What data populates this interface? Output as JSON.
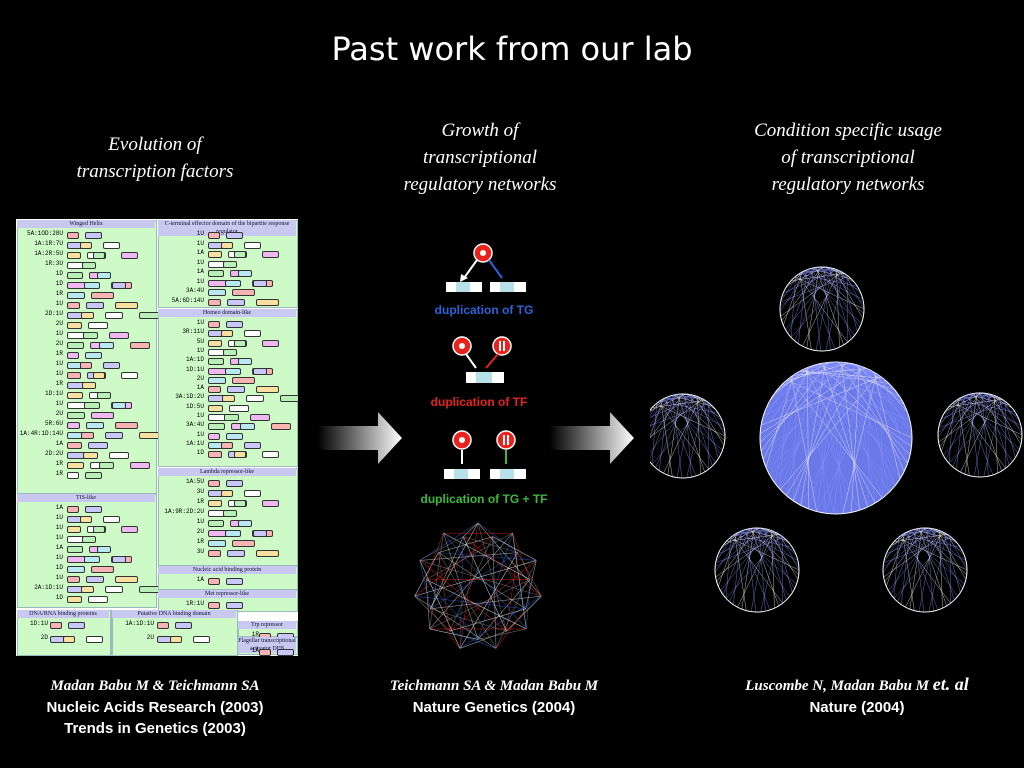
{
  "title": "Past work from our lab",
  "columns": [
    {
      "heading": [
        "Evolution of",
        "transcription factors"
      ],
      "citation": {
        "authors": "Madan Babu M & Teichmann SA",
        "journals": [
          "Nucleic Acids Research (2003)",
          "Trends in Genetics (2003)"
        ]
      }
    },
    {
      "heading": [
        "Growth of",
        "transcriptional",
        "regulatory networks"
      ],
      "citation": {
        "authors": "Teichmann SA & Madan Babu M",
        "journals": [
          "Nature Genetics (2004)"
        ]
      }
    },
    {
      "heading": [
        "Condition specific usage",
        "of transcriptional",
        "regulatory networks"
      ],
      "citation": {
        "authors": "Luscombe N, Madan Babu M",
        "etal": "et. al",
        "journals": [
          "Nature (2004)"
        ]
      }
    }
  ],
  "figure1": {
    "sections": [
      "Winged Helix",
      "C-terminal effector domain of the bipartite response regulator",
      "Homeo domain-like",
      "Lambda repressor-like",
      "TIS-like",
      "Nucleic acid binding protein",
      "Met repressor-like",
      "DNA/RNA binding proteins",
      "Putative DNA binding domain",
      "Trp repressor",
      "Flagellar transcriptional activator DFB"
    ],
    "winged_helix_rows": [
      "5A:1OD:28U",
      "1A:1R:7U",
      "1A:2R:5U",
      "1R:3U",
      "1D",
      "1D",
      "1R",
      "1U",
      "2D:1U",
      "2U",
      "1U",
      "2U",
      "1R",
      "1U",
      "1U",
      "1R",
      "1D:1U",
      "1U",
      "2U",
      "5R:6U",
      "1A:4R:1D:14U",
      "1A",
      "2D:2U",
      "1R",
      "1R"
    ],
    "c_terminal_rows": [
      "1U",
      "1U",
      "1A",
      "1U",
      "1A",
      "1U",
      "3A:4U",
      "5A:6D:14U"
    ],
    "homeo_rows": [
      "1U",
      "3R:11U",
      "5U",
      "1U",
      "1A:1D",
      "1D:1U",
      "2U",
      "1A",
      "3A:1D:2U",
      "1D:5U",
      "1U",
      "3A:4U",
      "1U",
      "1A:1U",
      "1D"
    ],
    "lambda_rows": [
      "1A:5U",
      "3U",
      "1R",
      "1A:9R:2D:2U",
      "1U",
      "2U",
      "1R",
      "3U"
    ],
    "tis_rows": [
      "1A",
      "1U",
      "1U",
      "1U",
      "1A",
      "1U",
      "1D",
      "1U",
      "2A:1D:1U",
      "1D"
    ],
    "nucleic_rows": [
      "1A"
    ],
    "met_rows": [
      "1R:1U"
    ],
    "dna_rows": [
      "1D:1U",
      "2D"
    ],
    "putative_rows": [
      "1A:1D:1U",
      "2U"
    ],
    "trp_rows": [
      "1R"
    ],
    "flag_rows": [
      "1A"
    ]
  },
  "figure2": {
    "labels": [
      "duplication of TG",
      "duplication of TF",
      "duplication of TG + TF"
    ],
    "colors": {
      "tg": "#2b64d8",
      "tf": "#e8231c",
      "both": "#3cb83a"
    }
  }
}
